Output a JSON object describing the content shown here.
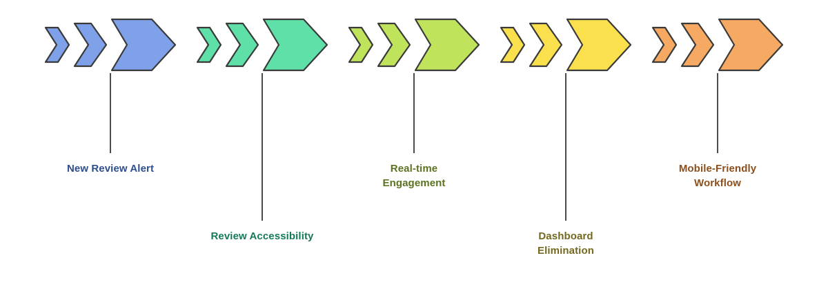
{
  "diagram": {
    "background": "#ffffff",
    "outline_color": "#3a3a3a",
    "connector_color": "#4a4a4a",
    "steps": [
      {
        "label": "New Review Alert",
        "lines": [
          "New Review Alert"
        ],
        "fill": "#7fa1ea",
        "text_color": "#2d4e8f",
        "label_position": "top"
      },
      {
        "label": "Review Accessibility",
        "lines": [
          "Review Accessibility"
        ],
        "fill": "#5fe0a8",
        "text_color": "#157a58",
        "label_position": "bottom"
      },
      {
        "label": "Real-time Engagement",
        "lines": [
          "Real-time",
          "Engagement"
        ],
        "fill": "#bfe45c",
        "text_color": "#5b7220",
        "label_position": "top"
      },
      {
        "label": "Dashboard Elimination",
        "lines": [
          "Dashboard",
          "Elimination"
        ],
        "fill": "#fbe04e",
        "text_color": "#73691f",
        "label_position": "bottom"
      },
      {
        "label": "Mobile-Friendly Workflow",
        "lines": [
          "Mobile-Friendly",
          "Workflow"
        ],
        "fill": "#f6a963",
        "text_color": "#8a4f1d",
        "label_position": "top"
      }
    ]
  }
}
